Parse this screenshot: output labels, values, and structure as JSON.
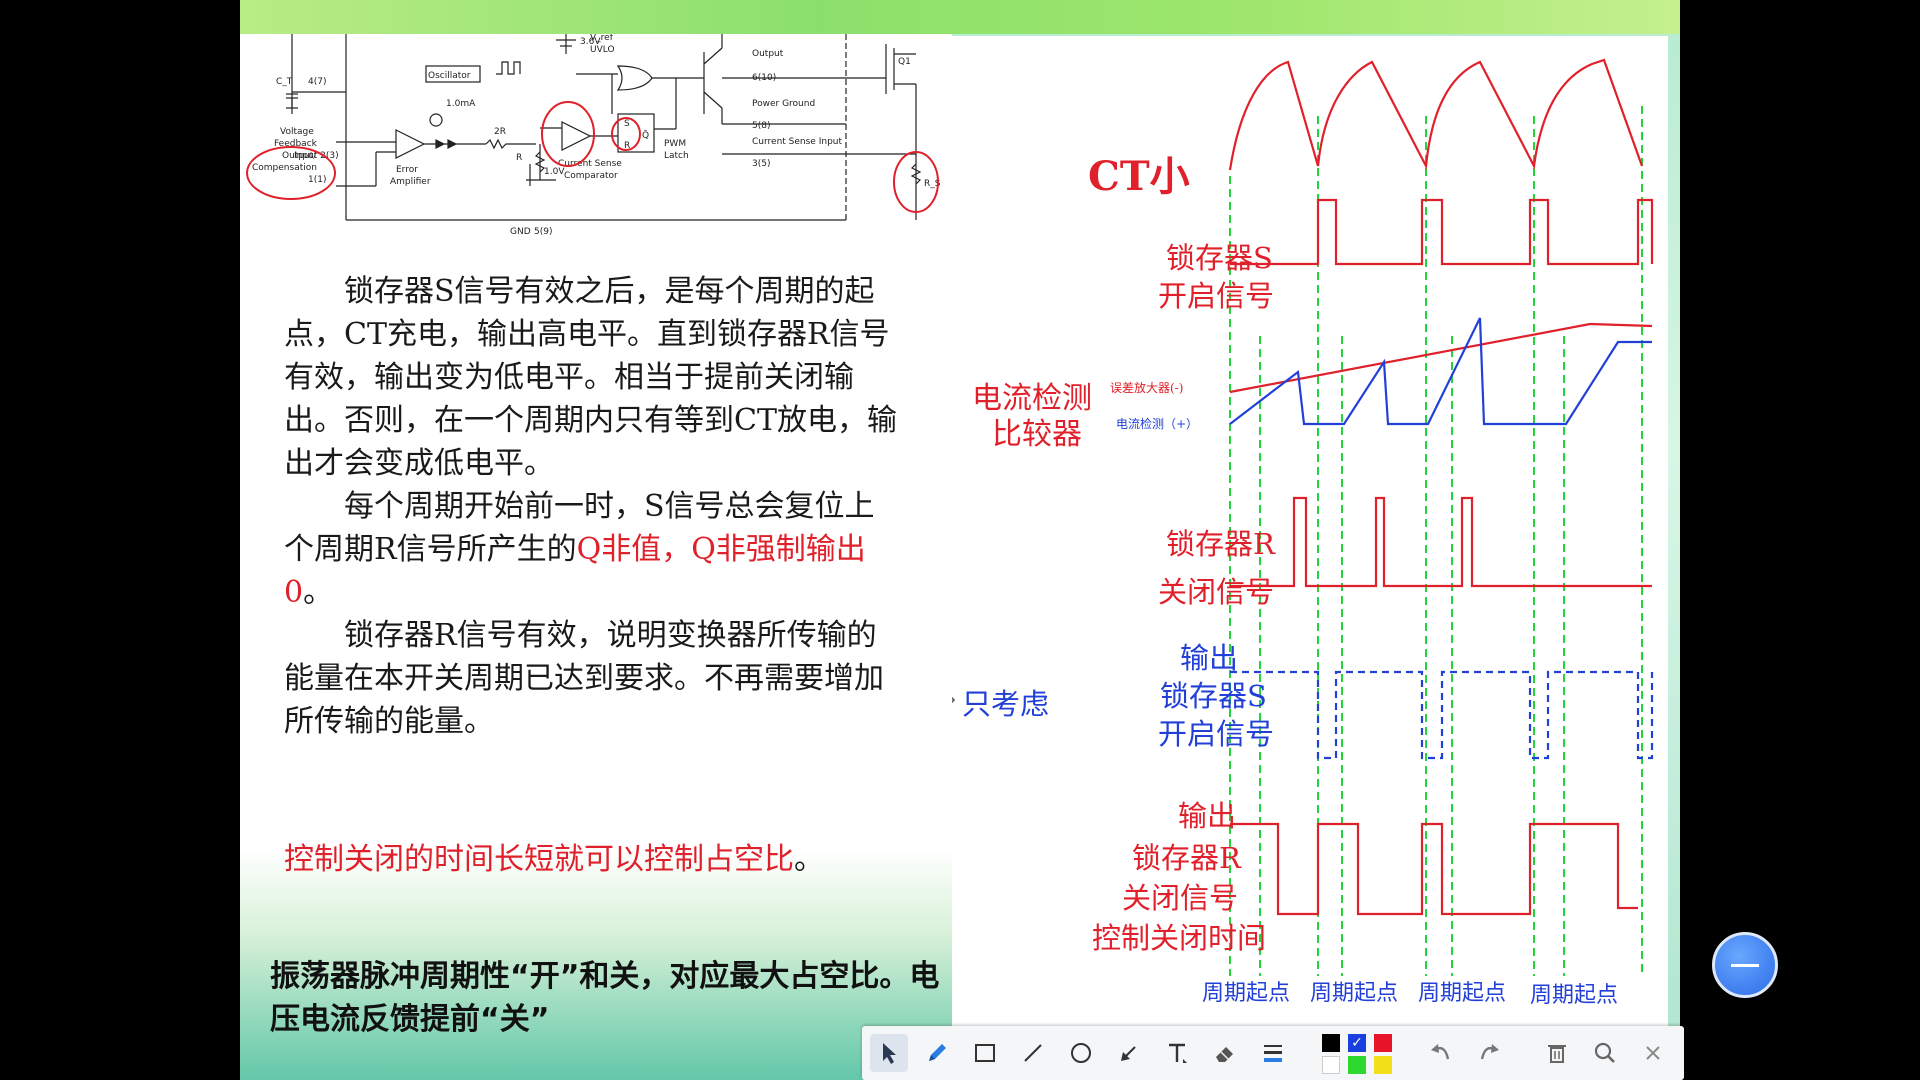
{
  "circuit": {
    "labels": [
      "3.6V",
      "V_ref",
      "UVLO",
      "Oscillator",
      "C_T",
      "4(7)",
      "1.0mA",
      "Voltage",
      "Feedback",
      "Input 2(3)",
      "Error",
      "Amplifier",
      "2R",
      "R",
      "1.0V",
      "S",
      "R",
      "Q̄",
      "PWM",
      "Latch",
      "Output",
      "6(10)",
      "Power Ground",
      "5(8)",
      "Current Sense Input",
      "3(5)",
      "Current Sense",
      "Comparator",
      "Output/",
      "Compensation",
      "1(1)",
      "GND",
      "5(9)",
      "Q1",
      "R_S"
    ]
  },
  "left_text": {
    "p1": "锁存器S信号有效之后，是每个周期的起点，CT充电，输出高电平。直到锁存器R信号有效，输出变为低电平。相当于提前关闭输出。否则，在一个周期内只有等到CT放电，输出才会变成低电平。",
    "p2_normal": "每个周期开始前一时，S信号总会复位上个周期R信号所产生的",
    "p2_red": "Q非值，Q非强制输出0",
    "p2_end": "。",
    "p3": "锁存器R信号有效，说明变换器所传输的能量在本开关周期已达到要求。不再需要增加所传输的能量。",
    "p4_red": "控制关闭的时间长短就可以控制占空比",
    "p4_end": "。",
    "bottom": "振荡器脉冲周期性“开”和关，对应最大占空比。电压电流反馈提前“关”"
  },
  "waveform": {
    "ct_label": "CT小",
    "s_label_1": "锁存器S",
    "s_label_2": "开启信号",
    "cmp_label_1": "电流检测",
    "cmp_label_2": "比较器",
    "cmp_neg": "误差放大器(-)",
    "cmp_pos": "电流检测（+）",
    "r_label_1": "锁存器R",
    "r_label_2": "关闭信号",
    "only_consider": "只考虑",
    "out_s_1": "输出",
    "out_s_2": "锁存器S",
    "out_s_3": "开启信号",
    "out_r_1": "输出",
    "out_r_2": "锁存器R",
    "out_r_3": "关闭信号",
    "out_r_4": "控制关闭时间",
    "period_labels": [
      "周期起点",
      "周期起点",
      "周期起点",
      "周期起点"
    ],
    "colors": {
      "red": "#e0202a",
      "blue": "#2240d8",
      "green": "#22d43a"
    }
  },
  "toolbar": {
    "tools": [
      "select-arrow-icon",
      "pen-icon",
      "rectangle-icon",
      "line-icon",
      "circle-icon",
      "arrow-icon",
      "text-icon",
      "eraser-icon",
      "line-weight-icon",
      "undo-icon",
      "redo-icon",
      "trash-icon",
      "zoom-icon",
      "close-icon"
    ],
    "swatches": [
      "#000000",
      "#1a3fe0",
      "#e8142a",
      "#ffffff",
      "#2ed82e",
      "#f2e01a"
    ]
  }
}
